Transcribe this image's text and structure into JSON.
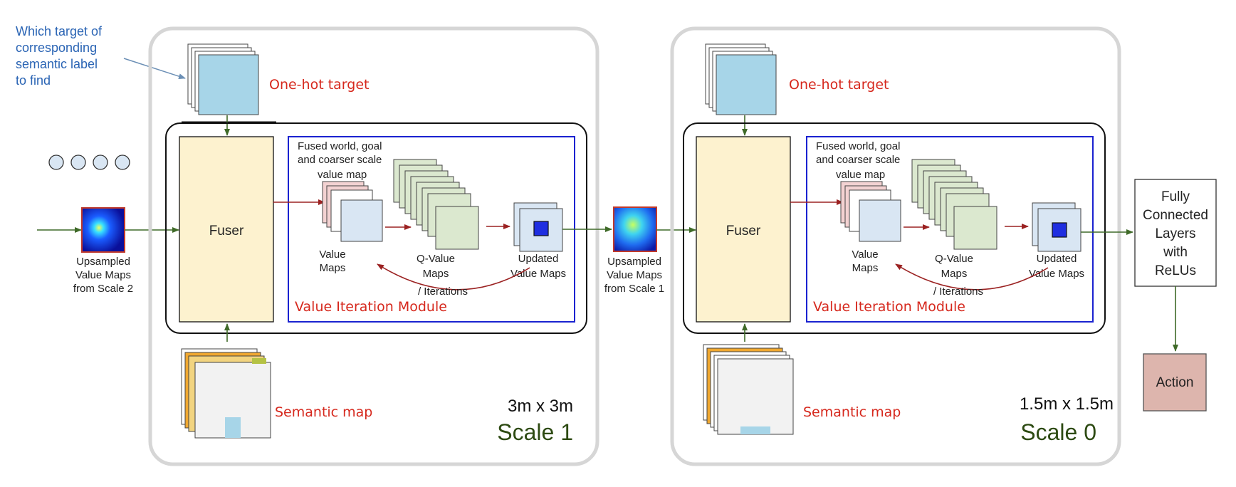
{
  "annotation": {
    "line1": "Which target of",
    "line2": "corresponding",
    "line3": "semantic label",
    "line4": "to find"
  },
  "left_input": {
    "line1": "Upsampled",
    "line2": "Value Maps",
    "line3": "from Scale 2"
  },
  "middle_input": {
    "line1": "Upsampled",
    "line2": "Value Maps",
    "line3": "from Scale 1"
  },
  "scales": [
    {
      "one_hot": "One-hot target",
      "fuser": "Fuser",
      "fused_line1": "Fused world, goal",
      "fused_line2": "and coarser scale",
      "fused_line3": "value map",
      "value_maps_line1": "Value",
      "value_maps_line2": "Maps",
      "qvalue_line1": "Q-Value",
      "qvalue_line2": "Maps",
      "updated_line1": "Updated",
      "updated_line2": "Value Maps",
      "iterations": "/ Iterations",
      "vim": "Value Iteration Module",
      "semantic": "Semantic map",
      "size": "3m x 3m",
      "name": "Scale 1"
    },
    {
      "one_hot": "One-hot target",
      "fuser": "Fuser",
      "fused_line1": "Fused world, goal",
      "fused_line2": "and coarser scale",
      "fused_line3": "value map",
      "value_maps_line1": "Value",
      "value_maps_line2": "Maps",
      "qvalue_line1": "Q-Value",
      "qvalue_line2": "Maps",
      "updated_line1": "Updated",
      "updated_line2": "Value Maps",
      "iterations": "/ Iterations",
      "vim": "Value Iteration Module",
      "semantic": "Semantic map",
      "size": "1.5m x 1.5m",
      "name": "Scale 0"
    }
  ],
  "fc": {
    "line1": "Fully",
    "line2": "Connected",
    "line3": "Layers",
    "line4": "with",
    "line5": "ReLUs"
  },
  "action": "Action",
  "colors": {
    "scale_border": "#d6d6d6",
    "fuser_fill": "#fdf2cf",
    "vim_border": "#1a22d0",
    "red_text": "#d6281d",
    "scale_name": "#2d4a12",
    "flow_arrow": "#3f6a28",
    "loop_arrow": "#9b2222",
    "one_hot_fill": "#a7d5e8",
    "value_map_fill": "#d9e6f3",
    "qvalue_fill": "#dbe8cf",
    "action_fill": "#ddb5ad"
  }
}
